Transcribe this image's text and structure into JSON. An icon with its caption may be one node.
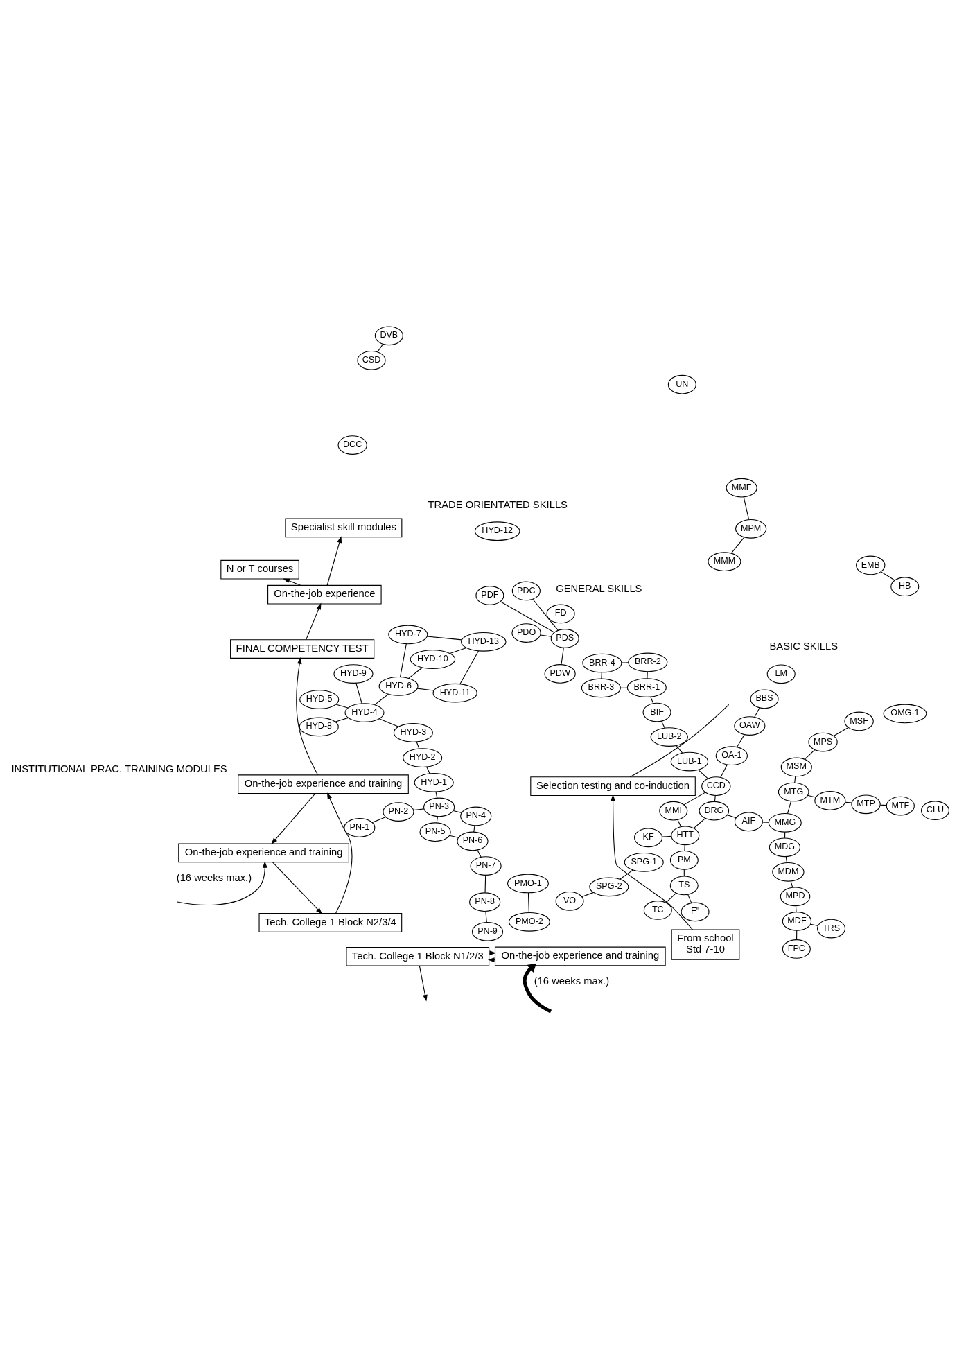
{
  "diagram": {
    "nodes": [
      {
        "text": [
          "Specialist skill modules"
        ]
      },
      {
        "text": [
          "On-the-job experience"
        ]
      },
      {
        "text": [
          "N or T courses"
        ]
      },
      {
        "text": [
          "FINAL COMPETENCY TEST"
        ]
      },
      {
        "text": [
          "On-the-job experience and training"
        ]
      },
      {
        "text": [
          "On-the-job experience and training"
        ]
      },
      {
        "text": [
          "Tech. College 1 Block N2/3/4"
        ]
      },
      {
        "text": [
          "On-the-job experience and training"
        ]
      },
      {
        "text": [
          "Tech. College 1 Block N1/2/3"
        ]
      },
      {
        "text": [
          "Selection testing and co-induction"
        ]
      },
      {
        "text": [
          "From school",
          "Std 7-10"
        ]
      },
      {
        "text": [
          "HYD-13"
        ]
      },
      {
        "text": [
          "HYD-12"
        ]
      },
      {
        "text": [
          "HYD-10"
        ]
      },
      {
        "text": [
          "HYD-7"
        ]
      },
      {
        "text": [
          "HYD-11"
        ]
      },
      {
        "text": [
          "HYD-6"
        ]
      },
      {
        "text": [
          "HYD-9"
        ]
      },
      {
        "text": [
          "HYD-8"
        ]
      },
      {
        "text": [
          "HYD-5"
        ]
      },
      {
        "text": [
          "HYD-4"
        ]
      },
      {
        "text": [
          "HYD-3"
        ]
      },
      {
        "text": [
          "HYD-2"
        ]
      },
      {
        "text": [
          "HYD-1"
        ]
      },
      {
        "text": [
          "PN-9"
        ]
      },
      {
        "text": [
          "PN-8"
        ]
      },
      {
        "text": [
          "PN-7"
        ]
      },
      {
        "text": [
          "PN-6"
        ]
      },
      {
        "text": [
          "PN-5"
        ]
      },
      {
        "text": [
          "PN-4"
        ]
      },
      {
        "text": [
          "PN-3"
        ]
      },
      {
        "text": [
          "PN-2"
        ]
      },
      {
        "text": [
          "PN-1"
        ]
      },
      {
        "text": [
          "PDO"
        ]
      },
      {
        "text": [
          "PDF"
        ]
      },
      {
        "text": [
          "PDC"
        ]
      },
      {
        "text": [
          "PDW"
        ]
      },
      {
        "text": [
          "PDS"
        ]
      },
      {
        "text": [
          "FD"
        ]
      },
      {
        "text": [
          "UN"
        ]
      },
      {
        "text": [
          "EMB"
        ]
      },
      {
        "text": [
          "HB"
        ]
      },
      {
        "text": [
          "CLU"
        ]
      },
      {
        "text": [
          "OMG-1"
        ]
      },
      {
        "text": [
          "PMO-2"
        ]
      },
      {
        "text": [
          "PMO-1"
        ]
      },
      {
        "text": [
          "BRR-4"
        ]
      },
      {
        "text": [
          "BRR-2"
        ]
      },
      {
        "text": [
          "BRR-3"
        ]
      },
      {
        "text": [
          "BRR-1"
        ]
      },
      {
        "text": [
          "BIF"
        ]
      },
      {
        "text": [
          "MMF"
        ]
      },
      {
        "text": [
          "MPM"
        ]
      },
      {
        "text": [
          "MMM"
        ]
      },
      {
        "text": [
          "MTF"
        ]
      },
      {
        "text": [
          "MTP"
        ]
      },
      {
        "text": [
          "MTM"
        ]
      },
      {
        "text": [
          "MSF"
        ]
      },
      {
        "text": [
          "MPS"
        ]
      },
      {
        "text": [
          "MSM"
        ]
      },
      {
        "text": [
          "VO"
        ]
      },
      {
        "text": [
          "LUB-2"
        ]
      },
      {
        "text": [
          "CSD"
        ]
      },
      {
        "text": [
          "TRS"
        ]
      },
      {
        "text": [
          "FPC"
        ]
      },
      {
        "text": [
          "SPG-2"
        ]
      },
      {
        "text": [
          "MDF"
        ]
      },
      {
        "text": [
          "MTG"
        ]
      },
      {
        "text": [
          "SPG-1"
        ]
      },
      {
        "text": [
          "MPD"
        ]
      },
      {
        "text": [
          "BBS"
        ]
      },
      {
        "text": [
          "DVB"
        ]
      },
      {
        "text": [
          "MDM"
        ]
      },
      {
        "text": [
          "TC"
        ]
      },
      {
        "text": [
          "PM"
        ]
      },
      {
        "text": [
          "DCC"
        ]
      },
      {
        "text": [
          "F\""
        ]
      },
      {
        "text": [
          "MDG"
        ]
      },
      {
        "text": [
          "TS"
        ]
      },
      {
        "text": [
          "MMG"
        ]
      },
      {
        "text": [
          "LM"
        ]
      },
      {
        "text": [
          "KF"
        ]
      },
      {
        "text": [
          "AIF"
        ]
      },
      {
        "text": [
          "HTT"
        ]
      },
      {
        "text": [
          "OAW"
        ]
      },
      {
        "text": [
          "DRG"
        ]
      },
      {
        "text": [
          "MMI"
        ]
      },
      {
        "text": [
          "OA-1"
        ]
      },
      {
        "text": [
          "LUB-1"
        ]
      },
      {
        "text": [
          "CCD"
        ]
      }
    ],
    "edges": [
      {
        "from": 1,
        "to": 0,
        "arrow": "to"
      },
      {
        "from": 1,
        "to": 2,
        "arrow": "to"
      },
      {
        "from": 3,
        "to": 1,
        "arrow": "to"
      },
      {
        "from": 4,
        "to": 3,
        "arrow": "to"
      },
      {
        "from": 4,
        "to": 5,
        "arrow": "to"
      },
      {
        "from": 5,
        "to": 6,
        "arrow": "to"
      },
      {
        "from": 6,
        "to": 4,
        "arrow": "to"
      },
      {
        "from": null,
        "to": 5,
        "arrow": "to"
      },
      {
        "from": 7,
        "to": 8,
        "arrow": "to"
      },
      {
        "from": 8,
        "to": 7,
        "arrow": "to"
      },
      {
        "from": 8,
        "to": null,
        "arrow": "to"
      },
      {
        "from": null,
        "to": 7,
        "arrow": "to",
        "style": "thick"
      },
      {
        "from": 10,
        "to": 9,
        "arrow": "to"
      },
      {
        "from": 9,
        "to": null,
        "arrow": "none"
      },
      {
        "from": 11,
        "to": 15,
        "arrow": "none"
      },
      {
        "from": 11,
        "to": 13,
        "arrow": "none"
      },
      {
        "from": 11,
        "to": 14,
        "arrow": "none"
      },
      {
        "from": 13,
        "to": 16,
        "arrow": "none"
      },
      {
        "from": 14,
        "to": 16,
        "arrow": "none"
      },
      {
        "from": 16,
        "to": 15,
        "arrow": "none"
      },
      {
        "from": 16,
        "to": 20,
        "arrow": "none"
      },
      {
        "from": 20,
        "to": 18,
        "arrow": "none"
      },
      {
        "from": 20,
        "to": 17,
        "arrow": "none"
      },
      {
        "from": 19,
        "to": 20,
        "arrow": "none"
      },
      {
        "from": 20,
        "to": 21,
        "arrow": "none"
      },
      {
        "from": 21,
        "to": 22,
        "arrow": "none"
      },
      {
        "from": 22,
        "to": 23,
        "arrow": "none"
      },
      {
        "from": 23,
        "to": 30,
        "arrow": "none"
      },
      {
        "from": 24,
        "to": 25,
        "arrow": "none"
      },
      {
        "from": 26,
        "to": 25,
        "arrow": "none"
      },
      {
        "from": 26,
        "to": 27,
        "arrow": "none"
      },
      {
        "from": 27,
        "to": 28,
        "arrow": "none"
      },
      {
        "from": 27,
        "to": 29,
        "arrow": "none"
      },
      {
        "from": 28,
        "to": 30,
        "arrow": "none"
      },
      {
        "from": 29,
        "to": 30,
        "arrow": "none"
      },
      {
        "from": 30,
        "to": 31,
        "arrow": "none"
      },
      {
        "from": 31,
        "to": 32,
        "arrow": "none"
      },
      {
        "from": 33,
        "to": 37,
        "arrow": "none"
      },
      {
        "from": 34,
        "to": 37,
        "arrow": "none"
      },
      {
        "from": 35,
        "to": 37,
        "arrow": "none"
      },
      {
        "from": 36,
        "to": 37,
        "arrow": "none"
      },
      {
        "from": 40,
        "to": 41,
        "arrow": "none"
      },
      {
        "from": 44,
        "to": 45,
        "arrow": "none"
      },
      {
        "from": 46,
        "to": 47,
        "arrow": "none"
      },
      {
        "from": 46,
        "to": 48,
        "arrow": "none"
      },
      {
        "from": 47,
        "to": 49,
        "arrow": "none"
      },
      {
        "from": 48,
        "to": 49,
        "arrow": "none"
      },
      {
        "from": 49,
        "to": 50,
        "arrow": "none"
      },
      {
        "from": 51,
        "to": 52,
        "arrow": "none"
      },
      {
        "from": 52,
        "to": 53,
        "arrow": "none"
      },
      {
        "from": 54,
        "to": 55,
        "arrow": "none"
      },
      {
        "from": 55,
        "to": 56,
        "arrow": "none"
      },
      {
        "from": 57,
        "to": 58,
        "arrow": "none"
      },
      {
        "from": 58,
        "to": 59,
        "arrow": "none"
      },
      {
        "from": 50,
        "to": 61,
        "arrow": "none"
      },
      {
        "from": 56,
        "to": 67,
        "arrow": "none"
      },
      {
        "from": 59,
        "to": 67,
        "arrow": "none"
      },
      {
        "from": 60,
        "to": 65,
        "arrow": "none"
      },
      {
        "from": 61,
        "to": 88,
        "arrow": "none"
      },
      {
        "from": 62,
        "to": 71,
        "arrow": "none"
      },
      {
        "from": 63,
        "to": 66,
        "arrow": "none"
      },
      {
        "from": 66,
        "to": 64,
        "arrow": "none"
      },
      {
        "from": 66,
        "to": 69,
        "arrow": "none"
      },
      {
        "from": 69,
        "to": 72,
        "arrow": "none"
      },
      {
        "from": 72,
        "to": 77,
        "arrow": "none"
      },
      {
        "from": 77,
        "to": 79,
        "arrow": "none"
      },
      {
        "from": 67,
        "to": 79,
        "arrow": "none"
      },
      {
        "from": 65,
        "to": 68,
        "arrow": "none"
      },
      {
        "from": 74,
        "to": 78,
        "arrow": "none"
      },
      {
        "from": 73,
        "to": 78,
        "arrow": "none"
      },
      {
        "from": 78,
        "to": 76,
        "arrow": "none"
      },
      {
        "from": 74,
        "to": 83,
        "arrow": "none"
      },
      {
        "from": 83,
        "to": 81,
        "arrow": "none"
      },
      {
        "from": 83,
        "to": 85,
        "arrow": "none"
      },
      {
        "from": 83,
        "to": 86,
        "arrow": "none"
      },
      {
        "from": 86,
        "to": 89,
        "arrow": "none"
      },
      {
        "from": 79,
        "to": 82,
        "arrow": "none"
      },
      {
        "from": 82,
        "to": 85,
        "arrow": "none"
      },
      {
        "from": 85,
        "to": 89,
        "arrow": "none"
      },
      {
        "from": 70,
        "to": 84,
        "arrow": "none"
      },
      {
        "from": 84,
        "to": 87,
        "arrow": "none"
      },
      {
        "from": 87,
        "to": 89,
        "arrow": "none"
      },
      {
        "from": 88,
        "to": 89,
        "arrow": "none"
      }
    ],
    "labels": [
      "INSTITUTIONAL PRAC. TRAINING MODULES",
      "(16 weeks max.)",
      "TRADE ORIENTATED SKILLS",
      "GENERAL SKILLS",
      "(16 weeks max.)",
      "BASIC SKILLS"
    ]
  }
}
